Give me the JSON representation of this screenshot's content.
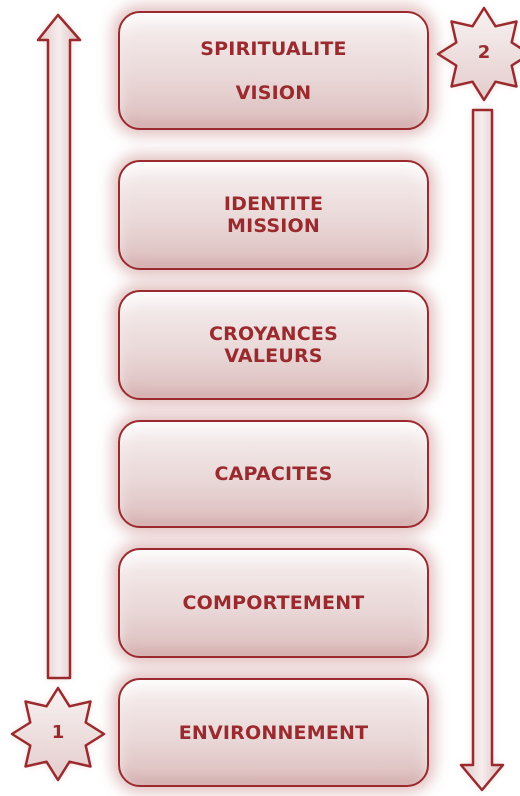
{
  "levels": [
    {
      "line1": "SPIRITUALITE",
      "line2": "VISION"
    },
    {
      "line1": "IDENTITE",
      "line2": "MISSION"
    },
    {
      "line1": "CROYANCES",
      "line2": "VALEURS"
    },
    {
      "line1": "CAPACITES",
      "line2": ""
    },
    {
      "line1": "COMPORTEMENT",
      "line2": ""
    },
    {
      "line1": "ENVIRONNEMENT",
      "line2": ""
    }
  ],
  "markers": {
    "start": "1",
    "end": "2"
  },
  "colors": {
    "accent": "#9b2a2e",
    "box_fill_light": "#f7f0f0",
    "box_fill_dark": "#dcbcbc",
    "glow": "#b05050"
  }
}
